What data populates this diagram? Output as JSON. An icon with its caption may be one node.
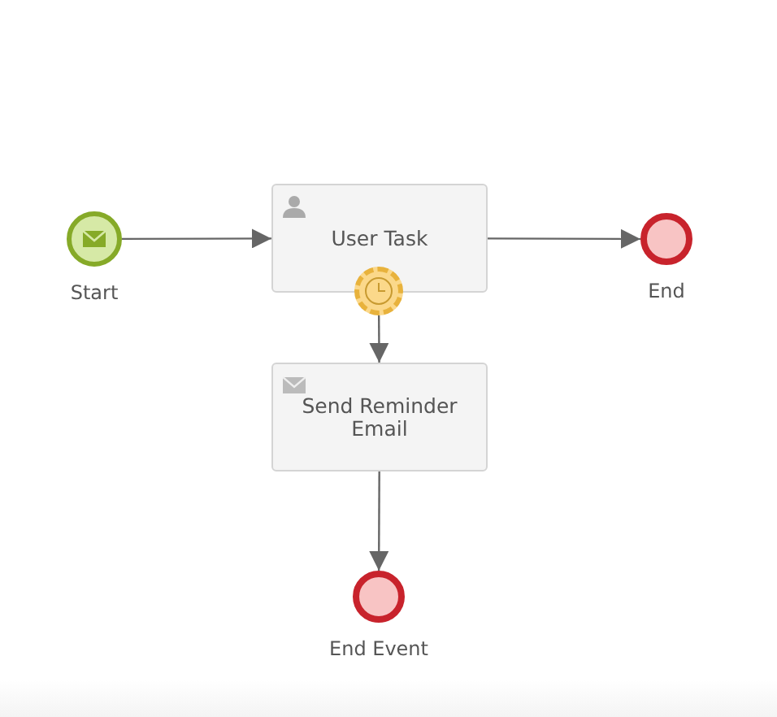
{
  "diagram": {
    "nodes": [
      {
        "text": [],
        "shape": "circle",
        "beside": [
          "Start"
        ]
      },
      {
        "text": [
          "User Task"
        ]
      },
      {
        "text": [],
        "shape": "circle"
      },
      {
        "text": [],
        "shape": "circle",
        "beside": [
          "End"
        ]
      },
      {
        "text": [
          "Send Reminder Email"
        ]
      },
      {
        "text": [],
        "shape": "circle",
        "beside": [
          "End Event"
        ]
      }
    ],
    "edges": [
      {
        "from": 0,
        "to": 1,
        "arrow": "to"
      },
      {
        "from": 1,
        "to": 3,
        "arrow": "to"
      },
      {
        "from": 2,
        "to": 4,
        "arrow": "to"
      },
      {
        "from": 4,
        "to": 5,
        "arrow": "to"
      }
    ]
  }
}
